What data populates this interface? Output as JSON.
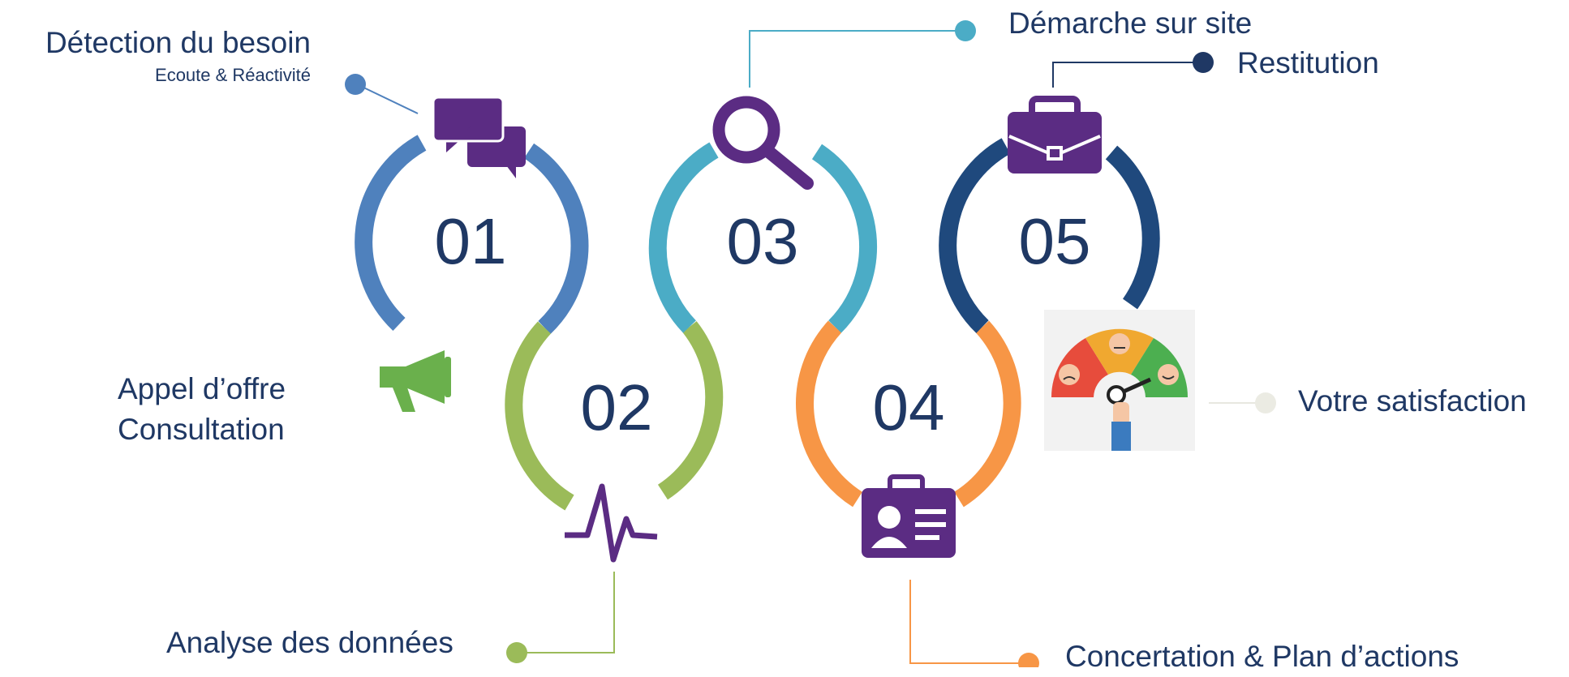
{
  "colors": {
    "text": "#1f3864",
    "step1": "#4f81bd",
    "step2": "#9bbb59",
    "step3": "#4bacc6",
    "step4": "#f79646",
    "step5": "#1f497d",
    "icon": "#5b2c83",
    "icon_green": "#6ab04c"
  },
  "steps": [
    {
      "number": "01",
      "label": "Détection du besoin",
      "sublabel": "Ecoute & Réactivité",
      "icon": "chat-icon"
    },
    {
      "number": "02",
      "label": "Analyse des données",
      "icon": "pulse-icon"
    },
    {
      "number": "03",
      "label": "Démarche sur site",
      "icon": "search-icon"
    },
    {
      "number": "04",
      "label": "Concertation & Plan d’actions",
      "icon": "id-card-icon"
    },
    {
      "number": "05",
      "label": "Restitution",
      "icon": "briefcase-icon"
    }
  ],
  "intro": {
    "line1": "Appel d’offre",
    "line2": "Consultation",
    "icon": "megaphone-icon"
  },
  "outro": {
    "label": "Votre satisfaction",
    "icon": "satisfaction-gauge-icon"
  }
}
